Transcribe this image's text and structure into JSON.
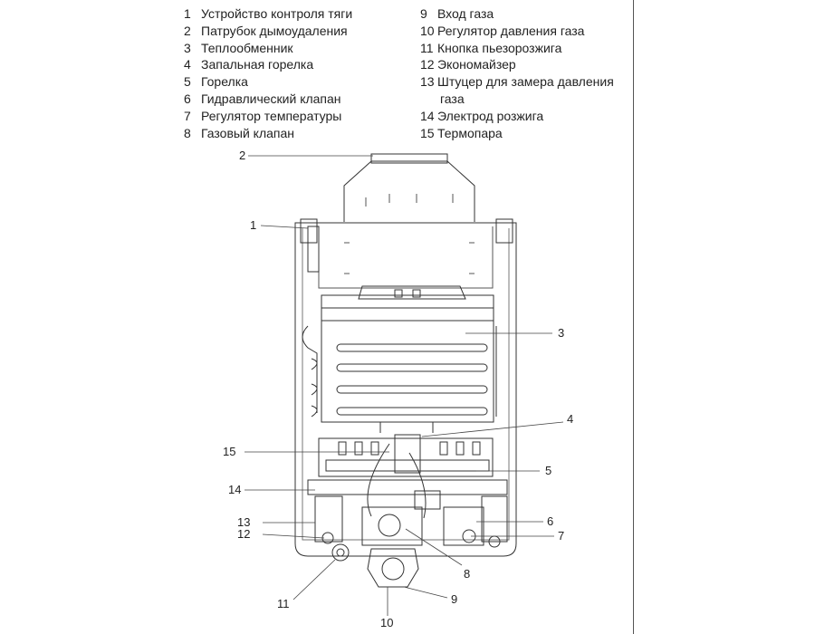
{
  "legend": {
    "left": [
      {
        "num": "1",
        "text": "Устройство контроля тяги"
      },
      {
        "num": "2",
        "text": "Патрубок дымоудаления"
      },
      {
        "num": "3",
        "text": "Теплообменник"
      },
      {
        "num": "4",
        "text": "Запальная горелка"
      },
      {
        "num": "5",
        "text": "Горелка"
      },
      {
        "num": "6",
        "text": "Гидравлический клапан"
      },
      {
        "num": "7",
        "text": "Регулятор температуры"
      },
      {
        "num": "8",
        "text": "Газовый клапан"
      }
    ],
    "right": [
      {
        "num": "9",
        "text": "Вход газа"
      },
      {
        "num": "10",
        "text": "Регулятор давления газа"
      },
      {
        "num": "11",
        "text": "Кнопка пьезорозжига"
      },
      {
        "num": "12",
        "text": "Экономайзер"
      },
      {
        "num": "13",
        "text": "Штуцер для замера давления",
        "cont": "газа"
      },
      {
        "num": "14",
        "text": "Электрод розжига"
      },
      {
        "num": "15",
        "text": "Термопара"
      }
    ]
  },
  "callouts": {
    "c1": "1",
    "c2": "2",
    "c3": "3",
    "c4": "4",
    "c5": "5",
    "c6": "6",
    "c7": "7",
    "c8": "8",
    "c9": "9",
    "c10": "10",
    "c11": "11",
    "c12": "12",
    "c13": "13",
    "c14": "14",
    "c15": "15"
  }
}
